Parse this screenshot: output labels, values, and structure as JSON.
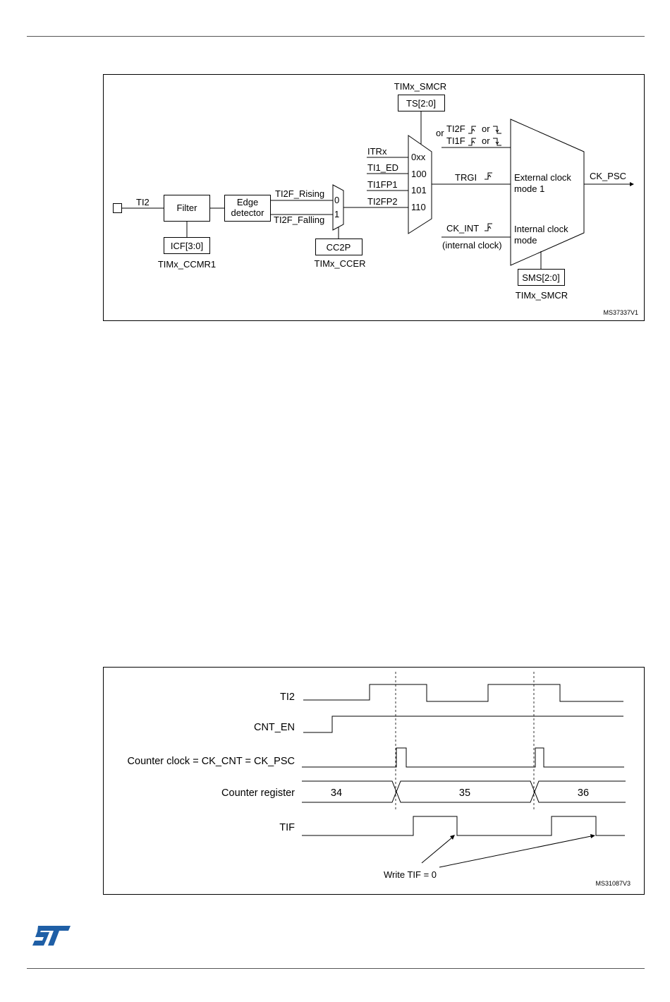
{
  "block_diagram": {
    "ts_register": "TIMx_SMCR",
    "ts_field": "TS[2:0]",
    "input_label": "TI2",
    "filter_label": "Filter",
    "edge_detector_line1": "Edge",
    "edge_detector_line2": "detector",
    "rising_label": "TI2F_Rising",
    "falling_label": "TI2F_Falling",
    "mux_in0": "0",
    "mux_in1": "1",
    "icf_field": "ICF[3:0]",
    "icf_register": "TIMx_CCMR1",
    "cc2p_field": "CC2P",
    "cc2p_register": "TIMx_CCER",
    "trig_inputs": [
      "ITRx",
      "TI1_ED",
      "TI1FP1",
      "TI2FP2"
    ],
    "trig_codes": [
      "0xx",
      "100",
      "101",
      "110"
    ],
    "or_label": "or",
    "ti2f_label": "TI2F",
    "ti1f_label": "TI1F",
    "or_between_1": "or",
    "or_between_2": "or",
    "trgi_label": "TRGI",
    "ck_int_label": "CK_INT",
    "internal_clock_label": "(internal clock)",
    "ext_mode_line1": "External clock",
    "ext_mode_line2": "mode 1",
    "int_mode_line1": "Internal clock",
    "int_mode_line2": "mode",
    "output_label": "CK_PSC",
    "sms_field": "SMS[2:0]",
    "sms_register": "TIMx_SMCR",
    "figure_id": "MS37337V1"
  },
  "timing_diagram": {
    "signals": [
      "TI2",
      "CNT_EN",
      "Counter clock = CK_CNT = CK_PSC",
      "Counter register",
      "TIF"
    ],
    "counter_values": [
      "34",
      "35",
      "36"
    ],
    "annotation": "Write TIF = 0",
    "figure_id": "MS31087V3"
  }
}
